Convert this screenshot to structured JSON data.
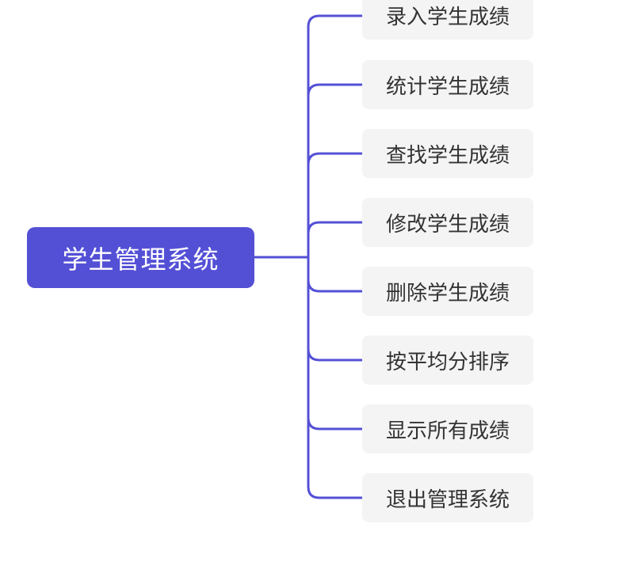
{
  "root": {
    "label": "学生管理系统",
    "color": "#5450d6"
  },
  "branches": [
    {
      "label": "录入学生成绩"
    },
    {
      "label": "统计学生成绩"
    },
    {
      "label": "查找学生成绩"
    },
    {
      "label": "修改学生成绩"
    },
    {
      "label": "删除学生成绩"
    },
    {
      "label": "按平均分排序"
    },
    {
      "label": "显示所有成绩"
    },
    {
      "label": "退出管理系统"
    }
  ],
  "connector_color": "#5450d6",
  "branch_box_color": "#f4f4f4"
}
